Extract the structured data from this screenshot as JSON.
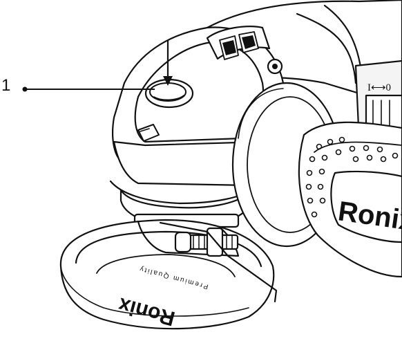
{
  "callout": {
    "number": "1"
  },
  "tool": {
    "brand_body": "Ronix",
    "brand_guard": "Ronix",
    "guard_tagline": "Premium Quality",
    "switch_marking": "I⟷0"
  },
  "colors": {
    "line": "#111111",
    "paper": "#ffffff",
    "shade": "#e9e9e9"
  }
}
